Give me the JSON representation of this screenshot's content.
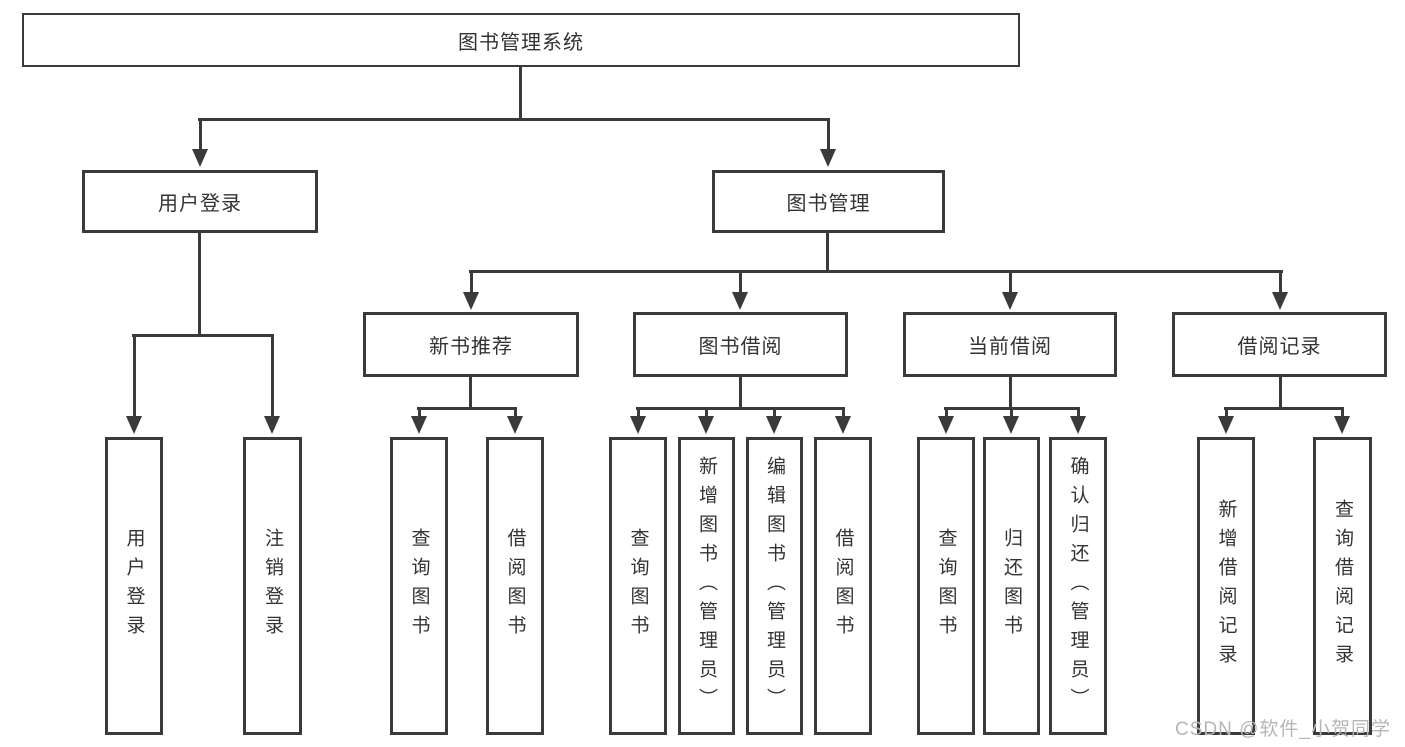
{
  "diagram_title": "图书管理系统",
  "watermark": "CSDN @软件_小贺同学",
  "colors": {
    "line": "#3a3a3a",
    "text": "#333333",
    "box_background": "#ffffff",
    "watermark": "#b6b6b8"
  },
  "tree": {
    "label": "图书管理系统",
    "children": [
      {
        "label": "用户登录",
        "children": [
          {
            "label": "用户登录"
          },
          {
            "label": "注销登录"
          }
        ]
      },
      {
        "label": "图书管理",
        "children": [
          {
            "label": "新书推荐",
            "children": [
              {
                "label": "查询图书"
              },
              {
                "label": "借阅图书"
              }
            ]
          },
          {
            "label": "图书借阅",
            "children": [
              {
                "label": "查询图书"
              },
              {
                "label": "新增图书（管理员）"
              },
              {
                "label": "编辑图书（管理员）"
              },
              {
                "label": "借阅图书"
              }
            ]
          },
          {
            "label": "当前借阅",
            "children": [
              {
                "label": "查询图书"
              },
              {
                "label": "归还图书"
              },
              {
                "label": "确认归还（管理员）"
              }
            ]
          },
          {
            "label": "借阅记录",
            "children": [
              {
                "label": "新增借阅记录"
              },
              {
                "label": "查询借阅记录"
              }
            ]
          }
        ]
      }
    ]
  }
}
